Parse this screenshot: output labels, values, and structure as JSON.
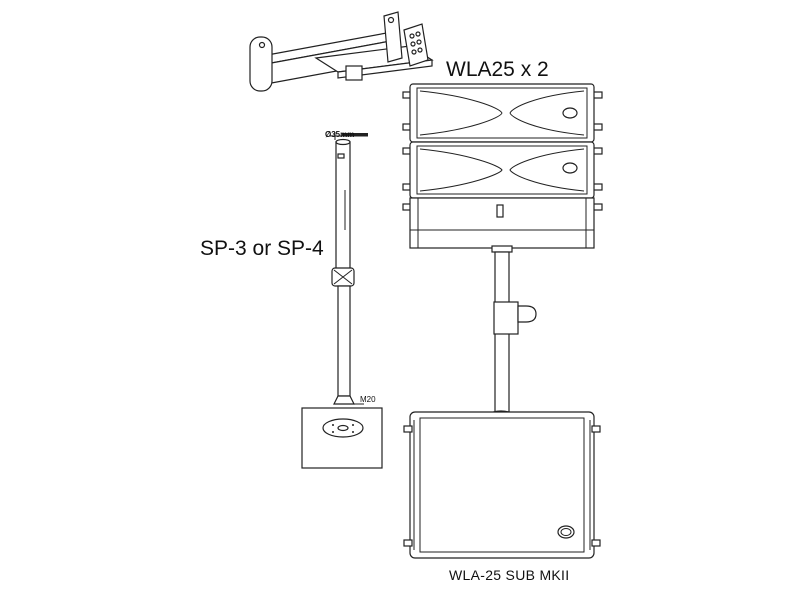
{
  "labels": {
    "array_label": "WLA25 x 2",
    "pole_label": "SP-3 or SP-4",
    "sub_label": "WLA-25 SUB MKII",
    "diameter_label": "Ø35mm",
    "thread_label": "M20"
  }
}
